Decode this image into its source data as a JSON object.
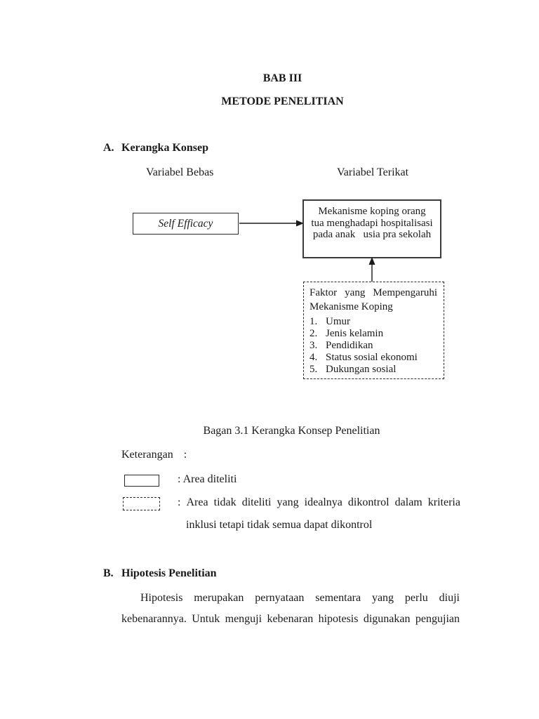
{
  "document": {
    "chapter": "BAB III",
    "chapter_title": "METODE PENELITIAN"
  },
  "section_a": {
    "letter": "A.",
    "title": "Kerangka Konsep",
    "col_left_label": "Variabel Bebas",
    "col_right_label": "Variabel Terikat"
  },
  "diagram": {
    "independent_variable": "Self Efficacy",
    "dependent_variable": {
      "line1": "Mekanisme koping orang",
      "line2": "tua menghadapi hospitalisasi",
      "line3": "pada anak   usia pra sekolah"
    },
    "factors": {
      "title_line1": "Faktor yang Mempengaruhi",
      "title_line2": "Mekanisme Koping",
      "items": [
        {
          "num": "1.",
          "text": "Umur"
        },
        {
          "num": "2.",
          "text": "Jenis kelamin"
        },
        {
          "num": "3.",
          "text": "Pendidikan"
        },
        {
          "num": "4.",
          "text": "Status sosial ekonomi"
        },
        {
          "num": "5.",
          "text": "Dukungan sosial"
        }
      ]
    },
    "caption": "Bagan 3.1 Kerangka Konsep Penelitian"
  },
  "legend": {
    "label": "Keterangan",
    "colon": ":",
    "solid_text": ": Area diteliti",
    "dashed_text_line1": ": Area tidak diteliti yang idealnya dikontrol dalam kriteria",
    "dashed_text_line2": "inklusi tetapi tidak semua dapat dikontrol"
  },
  "section_b": {
    "letter": "B.",
    "title": "Hipotesis Penelitian",
    "para_line1": "Hipotesis merupakan pernyataan sementara yang perlu diuji",
    "para_line2": "kebenarannya. Untuk menguji kebenaran hipotesis digunakan pengujian"
  },
  "colors": {
    "text": "#1a1a1a",
    "border": "#2b2b2b",
    "page_bg": "#ffffff"
  }
}
